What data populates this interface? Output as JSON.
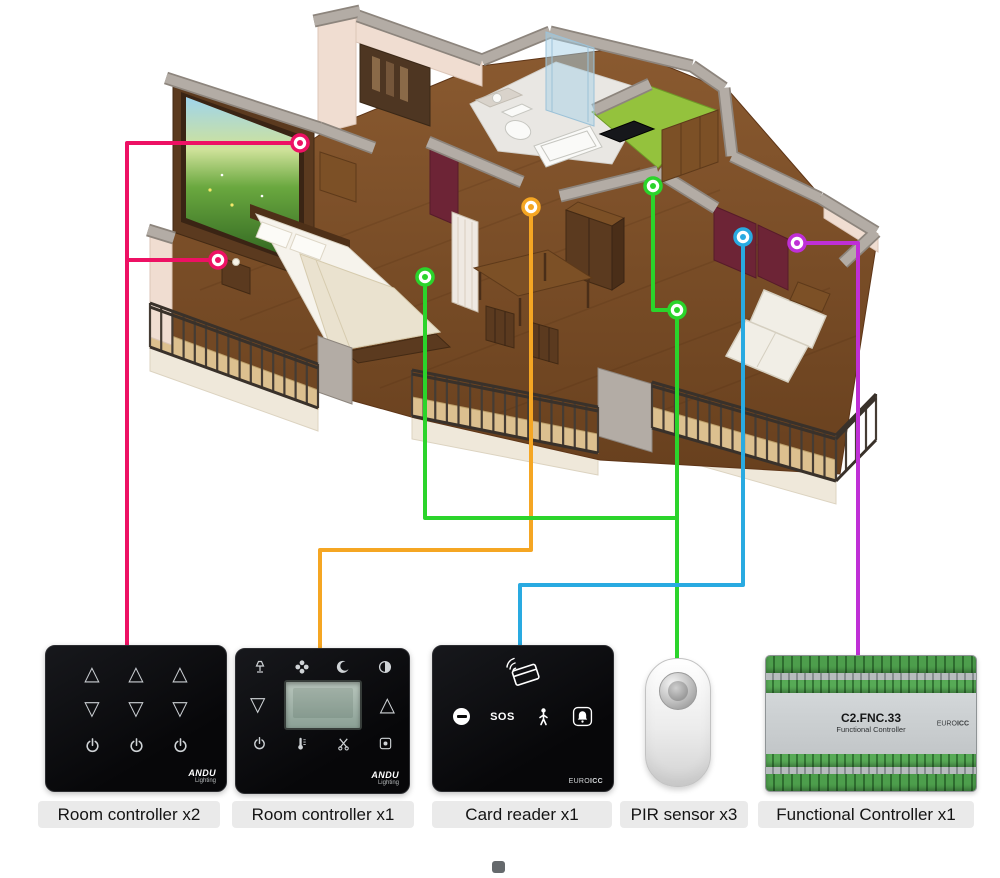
{
  "colors": {
    "pink": "#ed1164",
    "orange": "#f5a623",
    "green": "#2bd42b",
    "cyan": "#29aae1",
    "purple": "#bf2fd6"
  },
  "captions": [
    {
      "label": "Room controller x2"
    },
    {
      "label": "Room controller x1"
    },
    {
      "label": "Card reader x1"
    },
    {
      "label": "PIR sensor x3"
    },
    {
      "label": "Functional Controller x1"
    }
  ],
  "devices": {
    "room_controller_a": {
      "brand": "ANDU",
      "brand_sub": "Lighting"
    },
    "room_controller_b": {
      "brand": "ANDU",
      "brand_sub": "Lighting"
    },
    "card_reader": {
      "sos": "SOS",
      "brand_prefix": "EURO",
      "brand_suffix": "ICC"
    },
    "functional_controller": {
      "model": "C2.FNC.33",
      "name": "Functional Controller",
      "brand_prefix": "EURO",
      "brand_suffix": "ICC"
    }
  }
}
